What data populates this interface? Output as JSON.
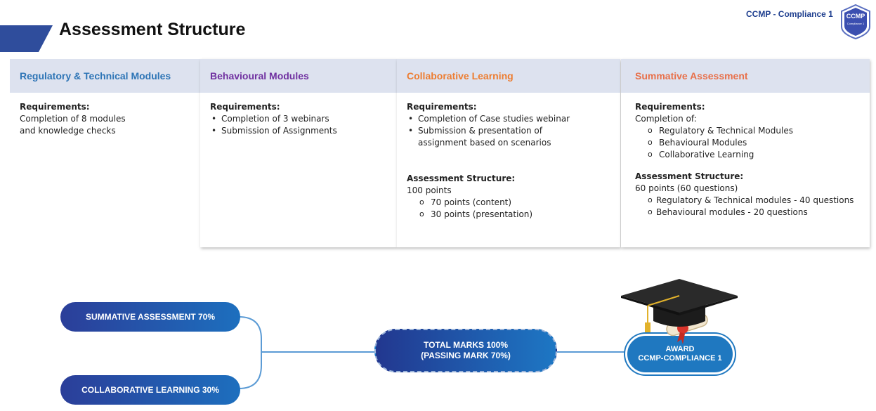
{
  "header": {
    "title": "Assessment Structure",
    "brand_text": "CCMP - Compliance 1",
    "badge_text": "CCMP",
    "badge_subtext": "Compliance 1"
  },
  "cards": [
    {
      "heading": "Regulatory & Technical Modules",
      "heading_color": "#2e75b6",
      "requirements_label": "Requirements:",
      "requirements_lines": [
        "Completion of 8 modules",
        "and knowledge checks"
      ]
    },
    {
      "heading": "Behavioural Modules",
      "heading_color": "#7030a0",
      "requirements_label": "Requirements:",
      "requirements_bullets": [
        "Completion of 3 webinars",
        "Submission of Assignments"
      ]
    },
    {
      "heading": "Collaborative Learning",
      "heading_color": "#ed7d31",
      "requirements_label": "Requirements:",
      "requirements_bullets": [
        "Completion of Case studies webinar",
        "Submission & presentation of"
      ],
      "requirements_continuation": "assignment based on scenarios",
      "assessment_label": "Assessment Structure:",
      "assessment_total": "100 points",
      "assessment_items": [
        "70 points (content)",
        "30 points (presentation)"
      ]
    },
    {
      "heading": "Summative Assessment",
      "heading_color": "#e8704a",
      "requirements_label": "Requirements:",
      "requirements_intro": "Completion of:",
      "requirements_items": [
        "Regulatory & Technical Modules",
        "Behavioural Modules",
        "Collaborative Learning"
      ],
      "assessment_label": "Assessment Structure:",
      "assessment_total": "60 points (60 questions)",
      "assessment_items": [
        "Regulatory & Technical modules - 40 questions",
        "Behavioural modules  - 20 questions"
      ]
    }
  ],
  "flow": {
    "summative": "SUMMATIVE ASSESSMENT 70%",
    "collaborative": "COLLABORATIVE LEARNING  30%",
    "total_line1": "TOTAL MARKS 100%",
    "total_line2": "(PASSING MARK 70%)",
    "award_line1": "AWARD",
    "award_line2": "CCMP-COMPLIANCE 1"
  }
}
